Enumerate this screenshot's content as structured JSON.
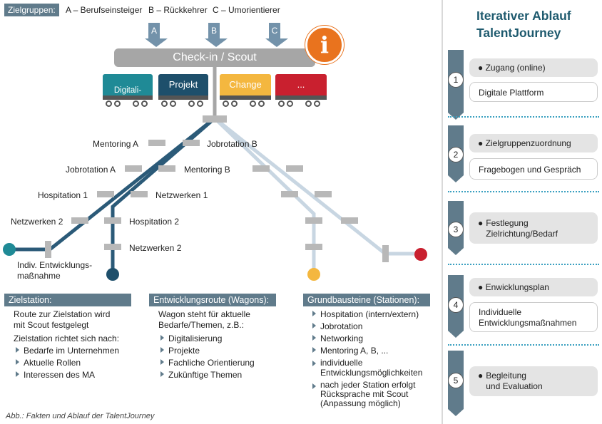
{
  "zielgruppen": {
    "label": "Zielgruppen:",
    "items": [
      "A – Berufseinsteiger",
      "B – Rückkehrer",
      "C – Umorientierer"
    ],
    "arrows": [
      "A",
      "B",
      "C"
    ]
  },
  "checkin": {
    "label": "Check-in / Scout",
    "info_glyph": "i"
  },
  "wagons": [
    {
      "label": "Digitali-\nsierung",
      "color": "#1f8a96"
    },
    {
      "label": "Projekt",
      "color": "#1e4f6b"
    },
    {
      "label": "Change",
      "color": "#f4b73f"
    },
    {
      "label": "...",
      "color": "#c9202f"
    }
  ],
  "stations": {
    "mentoring_a": "Mentoring A",
    "jobrotation_b": "Jobrotation B",
    "jobrotation_a": "Jobrotation A",
    "mentoring_b": "Mentoring B",
    "hospitation_1": "Hospitation 1",
    "netzwerken_1": "Netzwerken 1",
    "netzwerken_2_left": "Netzwerken 2",
    "hospitation_2": "Hospitation 2",
    "netzwerken_2_mid": "Netzwerken 2",
    "indiv": "Indiv. Entwicklungs-\nmaßnahme"
  },
  "endpoint_colors": [
    "#1f8a96",
    "#1e4f6b",
    "#f4b73f",
    "#c9202f"
  ],
  "track_colors": {
    "dark": "#2b5a78",
    "light": "#c8d6e2",
    "station": "#b8b8b8"
  },
  "zielstation": {
    "title": "Zielstation:",
    "line1": "Route zur Zielstation wird\nmit Scout festgelegt",
    "line2": "Zielstation richtet sich nach:",
    "bullets": [
      "Bedarfe im Unternehmen",
      "Aktuelle Rollen",
      "Interessen des MA"
    ]
  },
  "route": {
    "title": "Entwicklungsroute (Wagons):",
    "line1": "Wagon steht für aktuelle\nBedarfe/Themen, z.B.:",
    "bullets": [
      "Digitalisierung",
      "Projekte",
      "Fachliche Orientierung",
      "Zukünftige Themen"
    ]
  },
  "grundbausteine": {
    "title": "Grundbausteine (Stationen):",
    "bullets": [
      "Hospitation (intern/extern)",
      "Jobrotation",
      "Networking",
      "Mentoring A, B, ...",
      "individuelle\nEntwicklungsmöglichkeiten",
      "nach jeder Station erfolgt\nRücksprache mit Scout\n(Anpassung möglich)"
    ]
  },
  "caption": "Abb.: Fakten und Ablauf der TalentJourney",
  "sidebar": {
    "title": "Iterativer Ablauf\nTalentJourney",
    "steps": [
      {
        "num": "1",
        "pill": "Zugang (online)",
        "box": "Digitale Plattform"
      },
      {
        "num": "2",
        "pill": "Zielgruppenzuordnung",
        "box": "Fragebogen und Gespräch"
      },
      {
        "num": "3",
        "pill": "Festlegung\nZielrichtung/Bedarf",
        "box": ""
      },
      {
        "num": "4",
        "pill": "Enwicklungsplan",
        "box": "Individuelle\nEntwicklungsmaßnahmen"
      },
      {
        "num": "5",
        "pill": "Begleitung\nund Evaluation",
        "box": ""
      }
    ]
  },
  "colors": {
    "accent_orange": "#e9731e",
    "title_teal": "#1e5a6e",
    "tag_bg": "#607b8b",
    "chevron": "#607b8b"
  }
}
